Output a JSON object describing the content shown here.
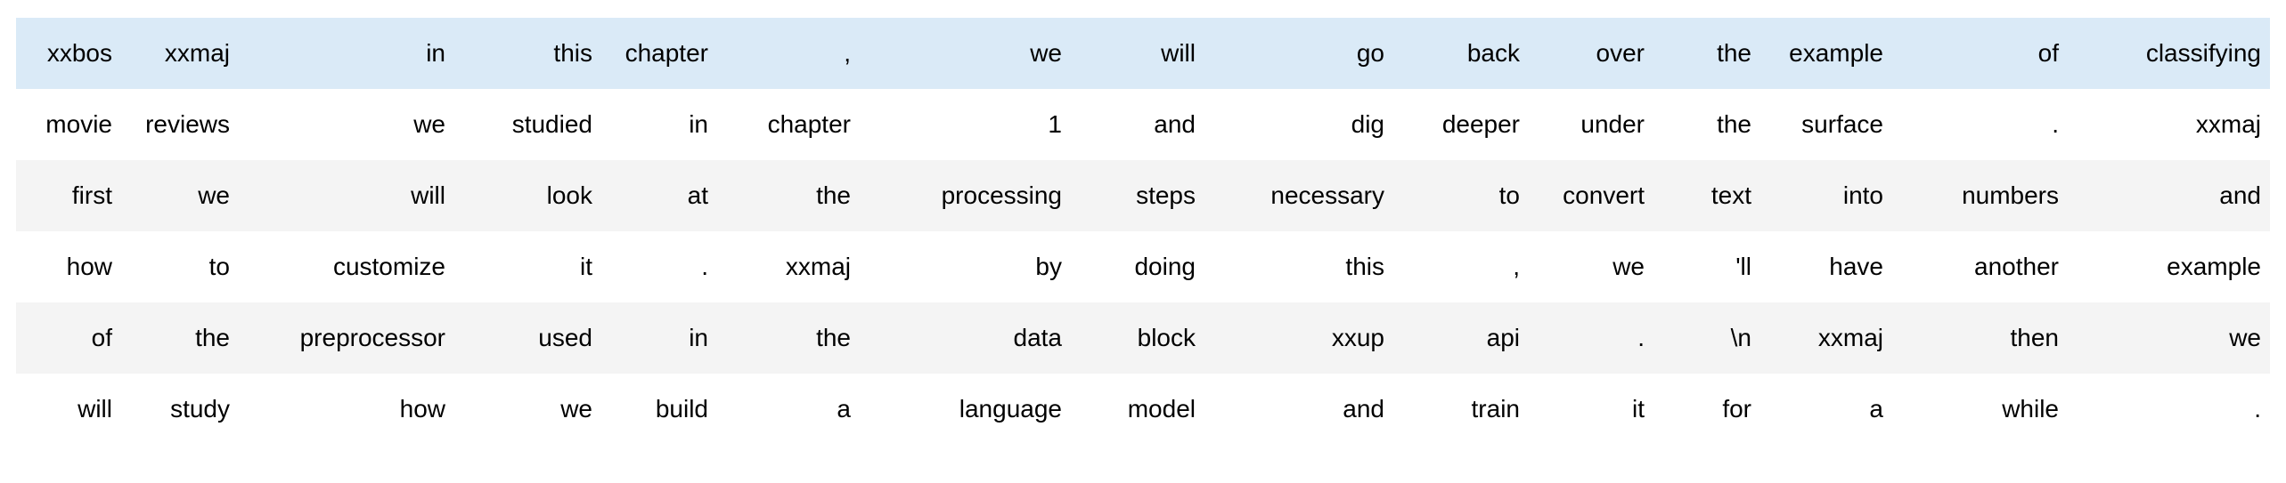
{
  "table": {
    "column_count": 15,
    "row_count": 6,
    "colors": {
      "page_background": "#ffffff",
      "highlight_row": "#daeaf7",
      "stripe_row": "#f4f4f4",
      "plain_row": "#ffffff",
      "text": "#000000"
    },
    "rows": [
      {
        "style": "row-hover",
        "cells": [
          "xxbos",
          "xxmaj",
          "in",
          "this",
          "chapter",
          ",",
          "we",
          "will",
          "go",
          "back",
          "over",
          "the",
          "example",
          "of",
          "classifying"
        ]
      },
      {
        "style": "row-plain",
        "cells": [
          "movie",
          "reviews",
          "we",
          "studied",
          "in",
          "chapter",
          "1",
          "and",
          "dig",
          "deeper",
          "under",
          "the",
          "surface",
          ".",
          "xxmaj"
        ]
      },
      {
        "style": "row-stripe",
        "cells": [
          "first",
          "we",
          "will",
          "look",
          "at",
          "the",
          "processing",
          "steps",
          "necessary",
          "to",
          "convert",
          "text",
          "into",
          "numbers",
          "and"
        ]
      },
      {
        "style": "row-plain",
        "cells": [
          "how",
          "to",
          "customize",
          "it",
          ".",
          "xxmaj",
          "by",
          "doing",
          "this",
          ",",
          "we",
          "'ll",
          "have",
          "another",
          "example"
        ]
      },
      {
        "style": "row-stripe",
        "cells": [
          "of",
          "the",
          "preprocessor",
          "used",
          "in",
          "the",
          "data",
          "block",
          "xxup",
          "api",
          ".",
          "\\n",
          "xxmaj",
          "then",
          "we"
        ]
      },
      {
        "style": "row-plain",
        "cells": [
          "will",
          "study",
          "how",
          "we",
          "build",
          "a",
          "language",
          "model",
          "and",
          "train",
          "it",
          "for",
          "a",
          "while",
          "."
        ]
      }
    ]
  }
}
